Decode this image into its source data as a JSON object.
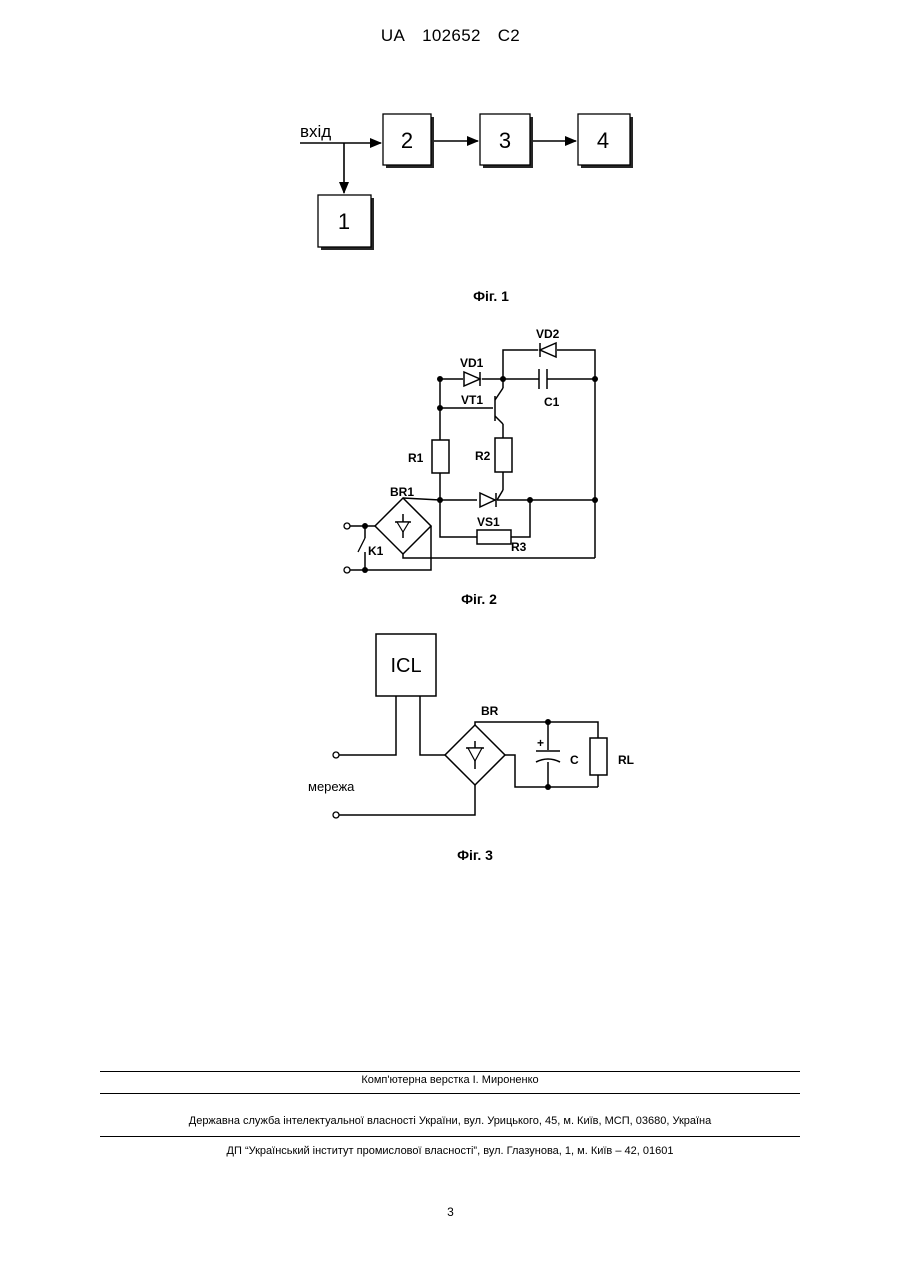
{
  "header": {
    "country": "UA",
    "number": "102652",
    "kind": "C2"
  },
  "fig1": {
    "input_label": "вхід",
    "blocks": [
      "1",
      "2",
      "3",
      "4"
    ],
    "caption": "Фіг. 1"
  },
  "fig2": {
    "labels": {
      "vd1": "VD1",
      "vd2": "VD2",
      "vt1": "VT1",
      "c1": "C1",
      "r1": "R1",
      "r2": "R2",
      "r3": "R3",
      "br1": "BR1",
      "vs1": "VS1",
      "k1": "K1"
    },
    "caption": "Фіг. 2"
  },
  "fig3": {
    "labels": {
      "icl": "ICL",
      "br": "BR",
      "c": "C",
      "rl": "RL",
      "network": "мережа",
      "plus": "+"
    },
    "caption": "Фіг. 3"
  },
  "footer": {
    "layout_credit": "Комп'ютерна верстка І. Мироненко",
    "office": "Державна служба інтелектуальної власності України, вул. Урицького, 45, м. Київ, МСП, 03680, Україна",
    "publisher": "ДП “Український інститут промислової власності”, вул. Глазунова, 1, м. Київ – 42, 01601",
    "page_number": "3"
  }
}
